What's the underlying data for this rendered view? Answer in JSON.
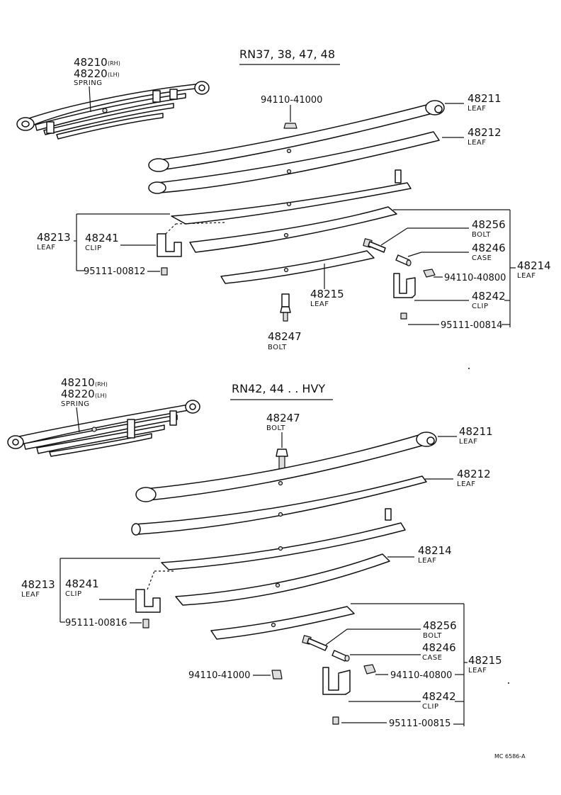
{
  "sections": [
    {
      "title": "RN37, 38, 47, 48",
      "labels": {
        "spring_rh": "48210",
        "spring_rh_side": "(RH)",
        "spring_lh": "48220",
        "spring_lh_side": "(LH)",
        "spring_name": "SPRING",
        "nut_top": "94110-41000",
        "leaf1_no": "48211",
        "leaf1_name": "LEAF",
        "leaf2_no": "48212",
        "leaf2_name": "LEAF",
        "leaf3_no": "48213",
        "leaf3_name": "LEAF",
        "clip1_no": "48241",
        "clip1_name": "CLIP",
        "bolt_small_1": "95111-00812",
        "bolt2_no": "48256",
        "bolt2_name": "BOLT",
        "case_no": "48246",
        "case_name": "CASE",
        "nut_right": "94110-40800",
        "group_no": "48214",
        "group_name": "LEAF",
        "clip2_no": "48242",
        "clip2_name": "CLIP",
        "bolt_small_2": "95111-00814",
        "leaf5_no": "48215",
        "leaf5_name": "LEAF",
        "center_bolt_no": "48247",
        "center_bolt_name": "BOLT"
      }
    },
    {
      "title": "RN42, 44 . . HVY",
      "labels": {
        "spring_rh": "48210",
        "spring_rh_side": "(RH)",
        "spring_lh": "48220",
        "spring_lh_side": "(LH)",
        "spring_name": "SPRING",
        "center_bolt_no": "48247",
        "center_bolt_name": "BOLT",
        "leaf1_no": "48211",
        "leaf1_name": "LEAF",
        "leaf2_no": "48212",
        "leaf2_name": "LEAF",
        "leaf4_no": "48214",
        "leaf4_name": "LEAF",
        "leaf3_no": "48213",
        "leaf3_name": "LEAF",
        "clip1_no": "48241",
        "clip1_name": "CLIP",
        "bolt_small_1": "95111-00816",
        "bolt2_no": "48256",
        "bolt2_name": "BOLT",
        "case_no": "48246",
        "case_name": "CASE",
        "group_no": "48215",
        "group_name": "LEAF",
        "nut_left": "94110-41000",
        "nut_right": "94110-40800",
        "clip2_no": "48242",
        "clip2_name": "CLIP",
        "bolt_small_2": "95111-00815"
      }
    }
  ],
  "footer_code": "MC  6586-A"
}
